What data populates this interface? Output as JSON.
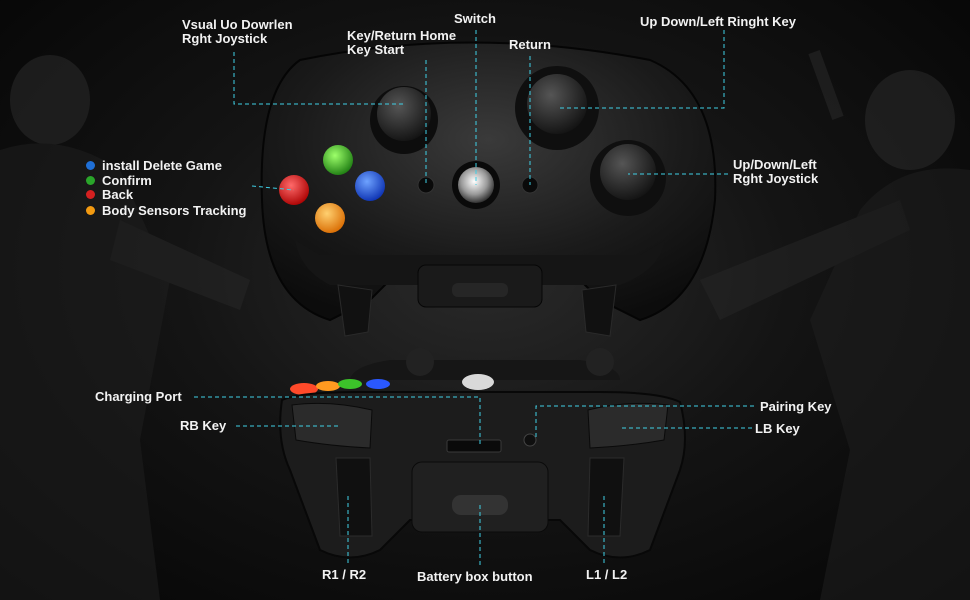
{
  "labels": {
    "visual_joystick_line1": "Vsual Uo Dowrlen",
    "visual_joystick_line2": "Rght Joystick",
    "key_return_home_line1": "Key/Return Home",
    "key_return_home_line2": "Key Start",
    "switch": "Switch",
    "return": "Return",
    "up_down_left_right_key": "Up Down/Left Ringht Key",
    "up_down_left_line1": "Up/Down/Left",
    "up_down_left_line2": "Rght Joystick",
    "charging_port": "Charging Port",
    "rb_key": "RB Key",
    "pairing_key": "Pairing Key",
    "lb_key": "LB Key",
    "r1_r2": "R1 / R2",
    "battery_box_button": "Battery box button",
    "l1_l2": "L1 / L2"
  },
  "legend": [
    {
      "label": "install Delete Game",
      "color": "#1f6fd6"
    },
    {
      "label": "Confirm",
      "color": "#2aa52a"
    },
    {
      "label": "Back",
      "color": "#d42020"
    },
    {
      "label": "Body Sensors Tracking",
      "color": "#f29a11"
    }
  ],
  "colors": {
    "callout_line": "#3fd0e6",
    "text": "#f2f2f2",
    "controller": "#1a1a1a"
  }
}
